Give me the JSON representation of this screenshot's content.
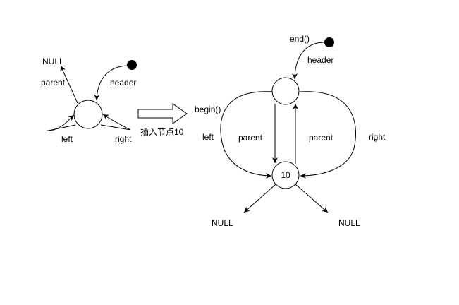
{
  "colors": {
    "stroke": "#000000",
    "background": "#ffffff",
    "node_fill": "#ffffff",
    "header_dot": "#000000"
  },
  "left_tree": {
    "null_label": "NULL",
    "parent_label": "parent",
    "header_label": "header",
    "left_label": "left",
    "right_label": "right"
  },
  "transition": {
    "caption": "插入节点10"
  },
  "right_tree": {
    "end_label": "end()",
    "header_label": "header",
    "begin_label": "begin()",
    "left_label": "left",
    "parent_label_1": "parent",
    "parent_label_2": "parent",
    "right_label": "right",
    "node_value": "10",
    "null_left_label": "NULL",
    "null_right_label": "NULL"
  }
}
